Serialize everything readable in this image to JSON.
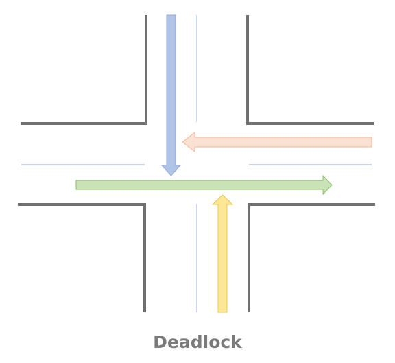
{
  "caption": "Deadlock",
  "colors": {
    "road_edge": "#707070",
    "lane_line": "#a7b8e0",
    "caption": "#7a7a7a",
    "southbound_fill": "#b0c4e8",
    "southbound_stroke": "#8fa8d8",
    "westbound_fill": "#fbe1d3",
    "westbound_stroke": "#f5b796",
    "eastbound_fill": "#c9e3b6",
    "eastbound_stroke": "#86bf64",
    "northbound_fill": "#fde796",
    "northbound_stroke": "#e7c84a"
  },
  "vehicles": [
    {
      "id": "southbound",
      "direction": "down"
    },
    {
      "id": "westbound",
      "direction": "left"
    },
    {
      "id": "eastbound",
      "direction": "right"
    },
    {
      "id": "northbound",
      "direction": "up"
    }
  ]
}
